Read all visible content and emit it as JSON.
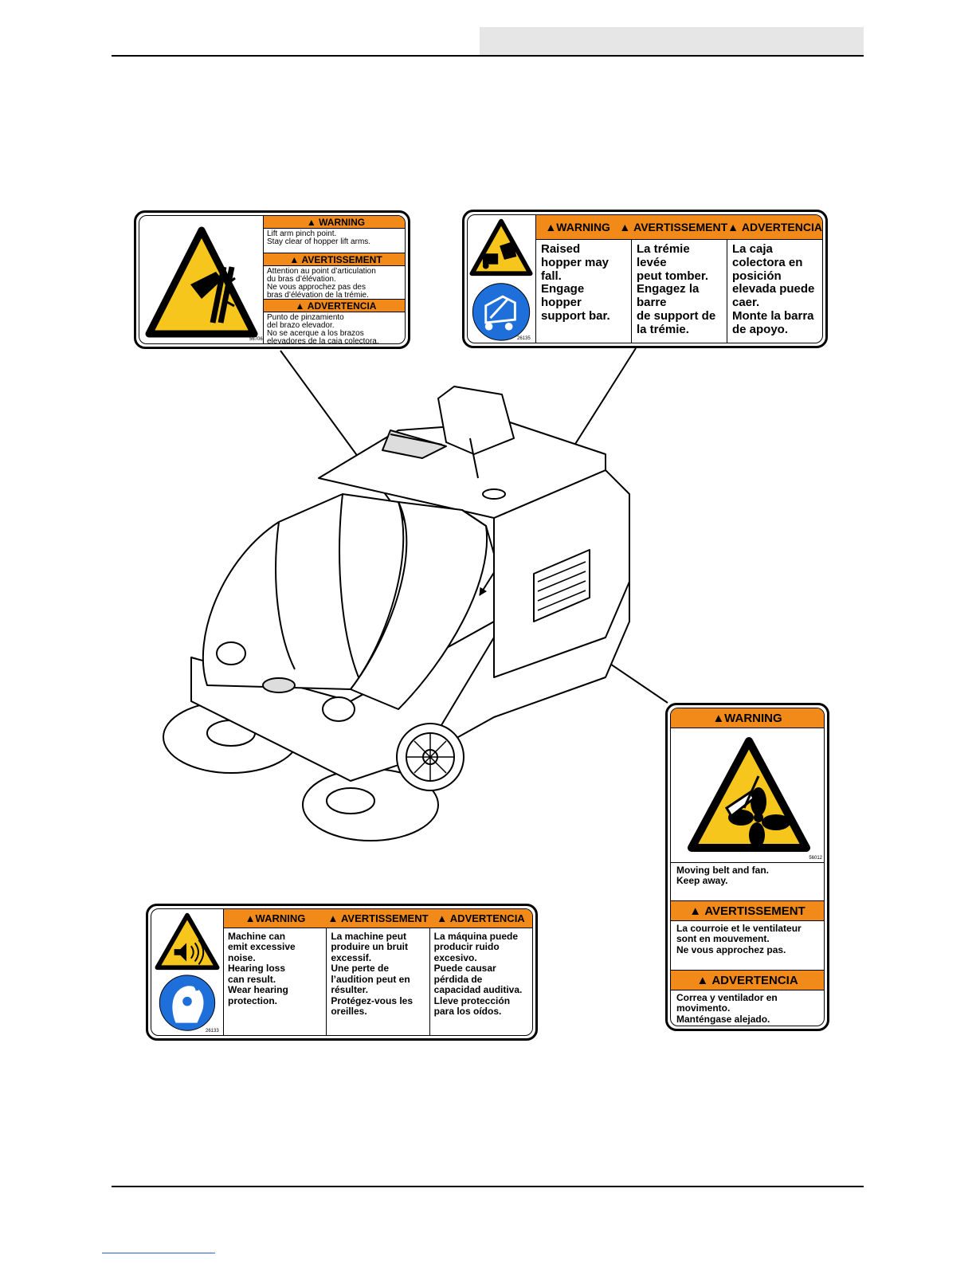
{
  "decal1": {
    "code": "56706",
    "sections": [
      {
        "heading": "WARNING",
        "text": "Lift arm pinch point.\nStay clear of hopper lift arms."
      },
      {
        "heading": "AVERTISSEMENT",
        "text": "Attention au point d’articulation\ndu bras d’élévation.\nNe vous approchez pas des\nbras d’élévation de la trémie."
      },
      {
        "heading": "ADVERTENCIA",
        "text": "Punto de pinzamiento\ndel brazo elevador.\nNo se acerque a los brazos\nelevadores de la caja colectora."
      }
    ]
  },
  "decal2": {
    "code": "26135",
    "headings": [
      "WARNING",
      "AVERTISSEMENT",
      "ADVERTENCIA"
    ],
    "texts": [
      "Raised\nhopper may\nfall.\nEngage\nhopper\nsupport bar.",
      "La trémie levée\npeut tomber.\nEngagez la barre\nde support de\nla trémie.",
      "La caja\ncolectora en\nposición\nelevada puede\ncaer.\nMonte la barra\nde apoyo."
    ]
  },
  "decal3": {
    "code": "56012",
    "sections": [
      {
        "heading": "WARNING",
        "text": "Moving belt and fan.\nKeep away."
      },
      {
        "heading": "AVERTISSEMENT",
        "text": "La courroie et le ventilateur\nsont en mouvement.\nNe vous approchez pas."
      },
      {
        "heading": "ADVERTENCIA",
        "text": "Correa y ventilador en\nmovimento.\nManténgase alejado."
      }
    ]
  },
  "decal4": {
    "code": "26133",
    "headings": [
      "WARNING",
      "AVERTISSEMENT",
      "ADVERTENCIA"
    ],
    "texts": [
      "Machine can\nemit excessive\nnoise.\nHearing loss\ncan result.\nWear hearing\nprotection.",
      "La machine peut\nproduire un bruit\nexcessif.\nUne perte de\nl’audition peut en\nrésulter.\nProtégez-vous les\noreilles.",
      "La máquina puede\nproducir ruido\nexcesivo.\nPuede causar\npérdida de\ncapacidad auditiva.\nLleve protección\npara los oídos."
    ]
  },
  "colors": {
    "safety_orange": "#f28a1a",
    "safety_yellow": "#f7c61d",
    "mandatory_blue": "#1e6fd9"
  },
  "icons": [
    "pinch-point-icon",
    "falling-hopper-icon",
    "support-bar-icon",
    "belt-fan-icon",
    "noise-icon",
    "hearing-protection-icon",
    "warning-triangle-icon"
  ]
}
